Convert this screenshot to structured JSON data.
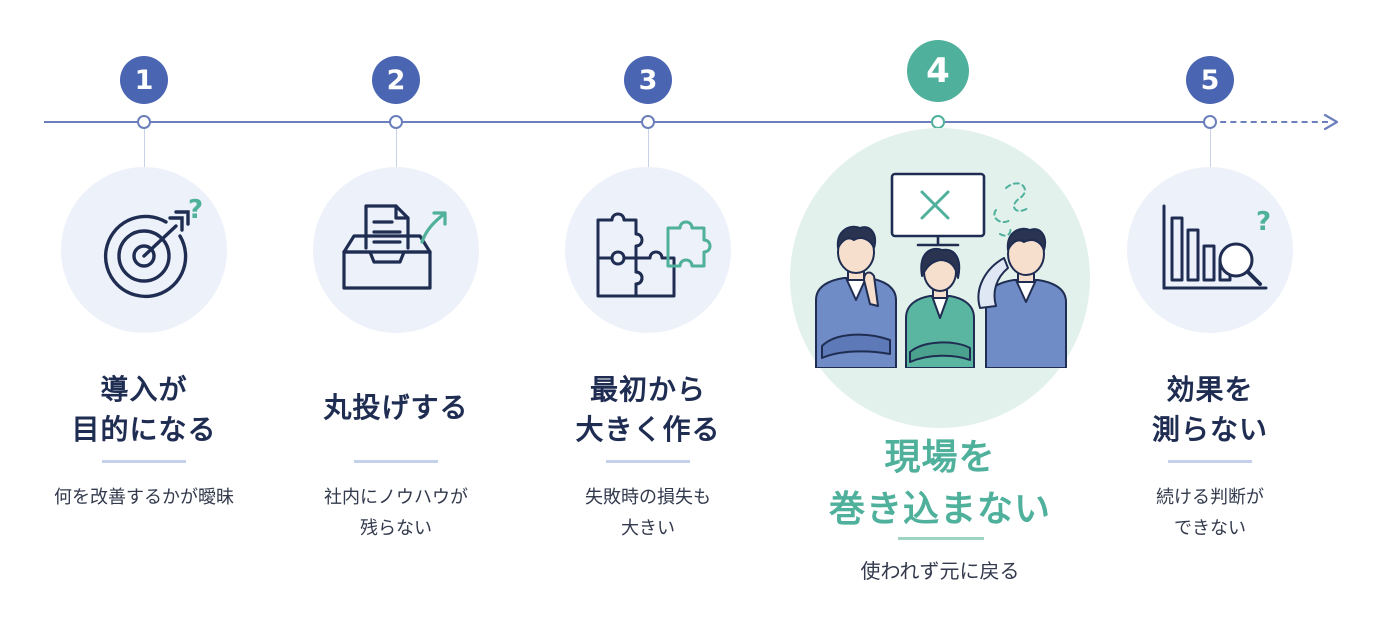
{
  "steps": [
    {
      "number": "1",
      "title": "導入が\n目的になる",
      "desc": "何を改善するかが曖昧",
      "icon": "target-icon"
    },
    {
      "number": "2",
      "title": "丸投げする",
      "desc": "社内にノウハウが\n残らない",
      "icon": "inbox-document-icon"
    },
    {
      "number": "3",
      "title": "最初から\n大きく作る",
      "desc": "失敗時の損失も\n大きい",
      "icon": "puzzle-icon"
    },
    {
      "number": "4",
      "title": "現場を\n巻き込まない",
      "desc": "使われず元に戻る",
      "icon": "confused-staff-illustration"
    },
    {
      "number": "5",
      "title": "効果を\n測らない",
      "desc": "続ける判断が\nできない",
      "icon": "chart-magnifier-icon"
    }
  ],
  "colors": {
    "primary": "#4a65b2",
    "accent": "#4fb09c",
    "text": "#1f2d52"
  }
}
